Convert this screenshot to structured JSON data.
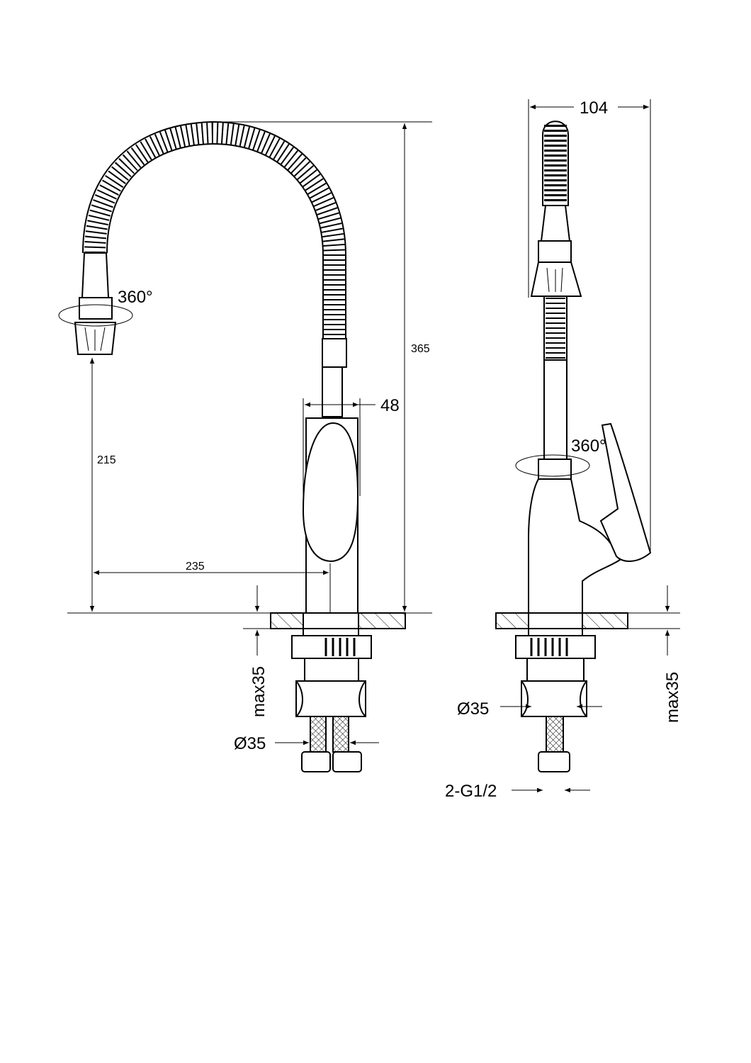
{
  "diagram": {
    "front_view": {
      "dim_height_total": "365",
      "dim_spout_height": "215",
      "dim_reach": "235",
      "dim_body_width": "48",
      "dim_rotation": "360°",
      "dim_max_thickness": "max35",
      "dim_hole_diameter": "Ø35"
    },
    "side_view": {
      "dim_depth": "104",
      "dim_rotation": "360°",
      "dim_max_thickness": "max35",
      "dim_hole_diameter": "Ø35",
      "dim_connection": "2-G1/2"
    }
  }
}
